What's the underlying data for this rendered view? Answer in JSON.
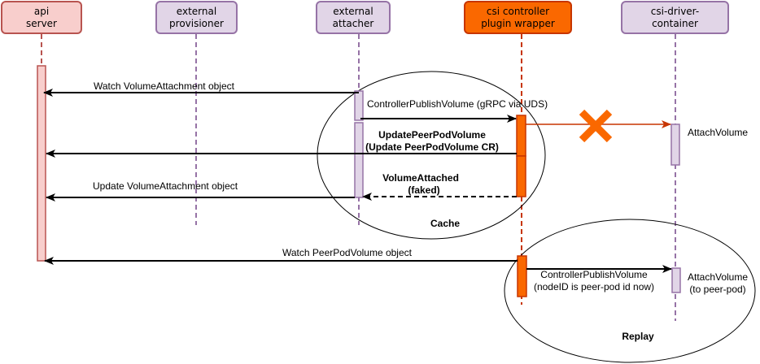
{
  "colors": {
    "api_fill": "#f8cecc",
    "api_stroke": "#b85450",
    "purple_fill": "#e1d5e7",
    "purple_stroke": "#9673a6",
    "orange_fill": "#fa6800",
    "orange_stroke": "#c73500",
    "line": "#000000"
  },
  "actors": [
    {
      "id": "api-server",
      "label": "api\nserver"
    },
    {
      "id": "external-provisioner",
      "label": "external\nprovisioner"
    },
    {
      "id": "external-attacher",
      "label": "external\nattacher"
    },
    {
      "id": "csi-controller-plugin-wrapper",
      "label": "csi controller\nplugin wrapper"
    },
    {
      "id": "csi-driver-container",
      "label": "csi-driver-\ncontainer"
    }
  ],
  "messages": [
    {
      "id": "watch-volumeattachment",
      "label": "Watch VolumeAttachment object",
      "from": "external-attacher",
      "to": "api-server"
    },
    {
      "id": "controllerpublishvolume-grpc",
      "label": "ControllerPublishVolume (gRPC via UDS)",
      "from": "external-attacher",
      "to": "csi-controller-plugin-wrapper"
    },
    {
      "id": "attachvolume-blocked",
      "label": "AttachVolume",
      "from": "csi-controller-plugin-wrapper",
      "to": "csi-driver-container",
      "blocked": true
    },
    {
      "id": "updatepeerpodvolume",
      "label_line1": "UpdatePeerPodVolume",
      "label_line2": "(Update PeerPodVolume CR)",
      "from": "csi-controller-plugin-wrapper",
      "to": "api-server"
    },
    {
      "id": "volumeattached-faked",
      "label_line1": "VolumeAttached",
      "label_line2": "(faked)",
      "from": "csi-controller-plugin-wrapper",
      "to": "external-attacher",
      "dashed": true
    },
    {
      "id": "update-volumeattachment",
      "label": "Update VolumeAttachment object",
      "from": "external-attacher",
      "to": "api-server"
    },
    {
      "id": "watch-peerpodvolume",
      "label": "Watch PeerPodVolume object",
      "from": "csi-controller-plugin-wrapper",
      "to": "api-server"
    },
    {
      "id": "controllerpublishvolume-replay",
      "label_line1": "ControllerPublishVolume",
      "label_line2": "(nodeID is peer-pod id now)",
      "from": "csi-controller-plugin-wrapper",
      "to": "csi-driver-container"
    },
    {
      "id": "attachvolume-peerpod",
      "label_line1": "AttachVolume",
      "label_line2": "(to peer-pod)"
    }
  ],
  "groups": [
    {
      "id": "cache",
      "label": "Cache"
    },
    {
      "id": "replay",
      "label": "Replay"
    }
  ]
}
